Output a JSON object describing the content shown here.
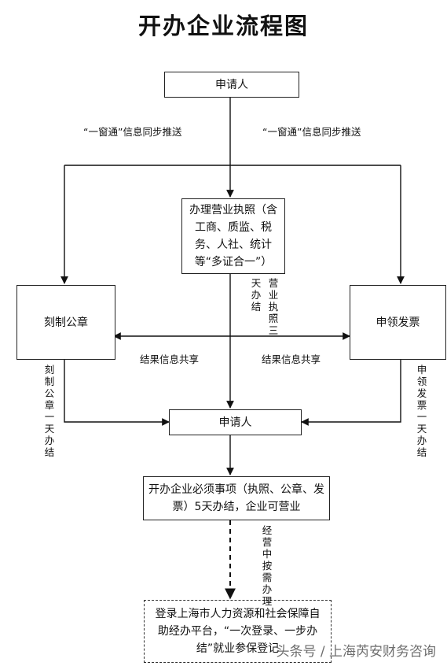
{
  "title": "开办企业流程图",
  "nodes": {
    "applicant_top": "申请人",
    "business_license": "办理营业执照（含工商、质监、税务、人社、统计等“多证合一”）",
    "seal": "刻制公章",
    "invoice": "申领发票",
    "applicant_mid": "申请人",
    "essentials": "开办企业必须事项（执照、公章、发票）5天办结，企业可营业",
    "hr_registration": "登录上海市人力资源和社会保障自助经办平台，“一次登录、一步办结”就业参保登记"
  },
  "edge_labels": {
    "window_left": "“一窗通”信息同步推送",
    "window_right": "“一窗通”信息同步推送",
    "share_left": "结果信息共享",
    "share_right": "结果信息共享",
    "license_days_a": "营业执照三",
    "license_days_b": "天办结",
    "seal_days": "刻制公章一天办结",
    "invoice_days": "申领发票一天办结",
    "on_demand": "经营中按需办理"
  },
  "watermark": "头条号 / 上海芮安财务咨询"
}
